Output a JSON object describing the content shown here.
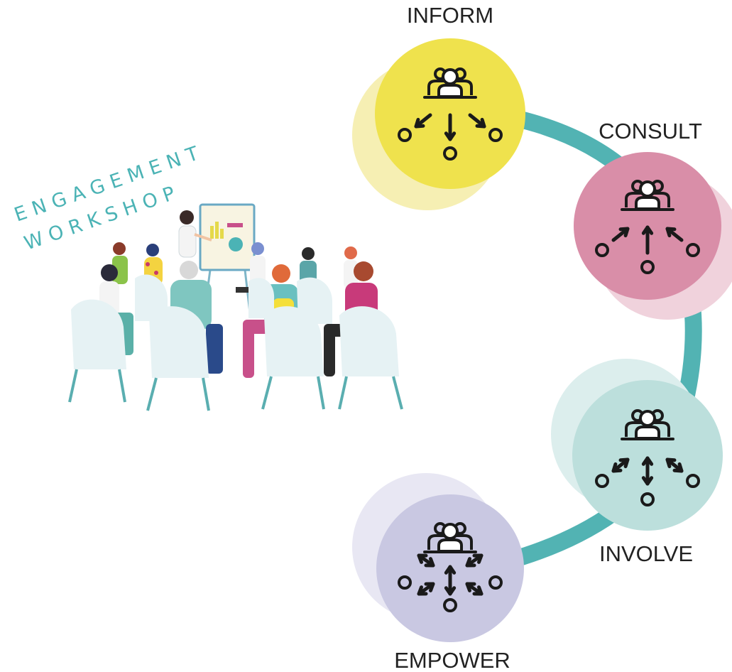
{
  "workshop": {
    "title_line1": "ENGAGEMENT",
    "title_line2": "WORKSHOP"
  },
  "stages": [
    {
      "key": "inform",
      "label": "INFORM",
      "color": "#efe24d",
      "shadow": "#f6efb3",
      "arrows": "down"
    },
    {
      "key": "consult",
      "label": "CONSULT",
      "color": "#d98ea8",
      "shadow": "#f0d2dc",
      "arrows": "up"
    },
    {
      "key": "involve",
      "label": "INVOLVE",
      "color": "#bcdfdc",
      "shadow": "#dceeed",
      "arrows": "both"
    },
    {
      "key": "empower",
      "label": "EMPOWER",
      "color": "#c9c8e2",
      "shadow": "#e8e7f3",
      "arrows": "radial"
    }
  ],
  "colors": {
    "connector": "#52b3b3",
    "icon": "#1a1a1a",
    "title": "#4bb3b5"
  },
  "icons": [
    "people-group-icon",
    "arrows-icon",
    "workshop-illustration"
  ]
}
